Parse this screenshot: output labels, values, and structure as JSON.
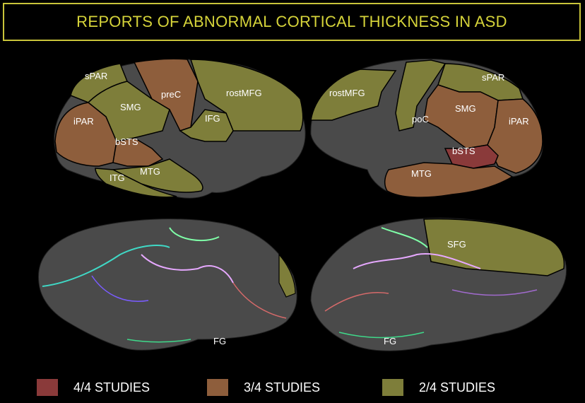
{
  "title": "REPORTS OF ABNORMAL CORTICAL THICKNESS IN ASD",
  "colors": {
    "four_of_four": "#8a3a3a",
    "three_of_four": "#8e5e3c",
    "two_of_four": "#7e7e3a",
    "cortex": "#4a4a4a",
    "title_accent": "#d6d43a"
  },
  "regions": {
    "left_lateral": {
      "sPAR": "sPAR",
      "preC": "preC",
      "rostMFG": "rostMFG",
      "iPAR": "iPAR",
      "SMG": "SMG",
      "IFG": "IFG",
      "bSTS": "bSTS",
      "MTG": "MTG",
      "ITG": "ITG"
    },
    "right_lateral": {
      "rostMFG": "rostMFG",
      "sPAR": "sPAR",
      "poC": "poC",
      "SMG": "SMG",
      "iPAR": "iPAR",
      "bSTS": "bSTS",
      "MTG": "MTG"
    },
    "right_medial": {
      "SFG": "SFG",
      "FG": "FG"
    },
    "left_medial": {
      "FG": "FG"
    }
  },
  "legend": [
    {
      "label": "4/4 STUDIES",
      "color": "#8a3a3a"
    },
    {
      "label": "3/4 STUDIES",
      "color": "#8e5e3c"
    },
    {
      "label": "2/4 STUDIES",
      "color": "#7e7e3a"
    }
  ]
}
